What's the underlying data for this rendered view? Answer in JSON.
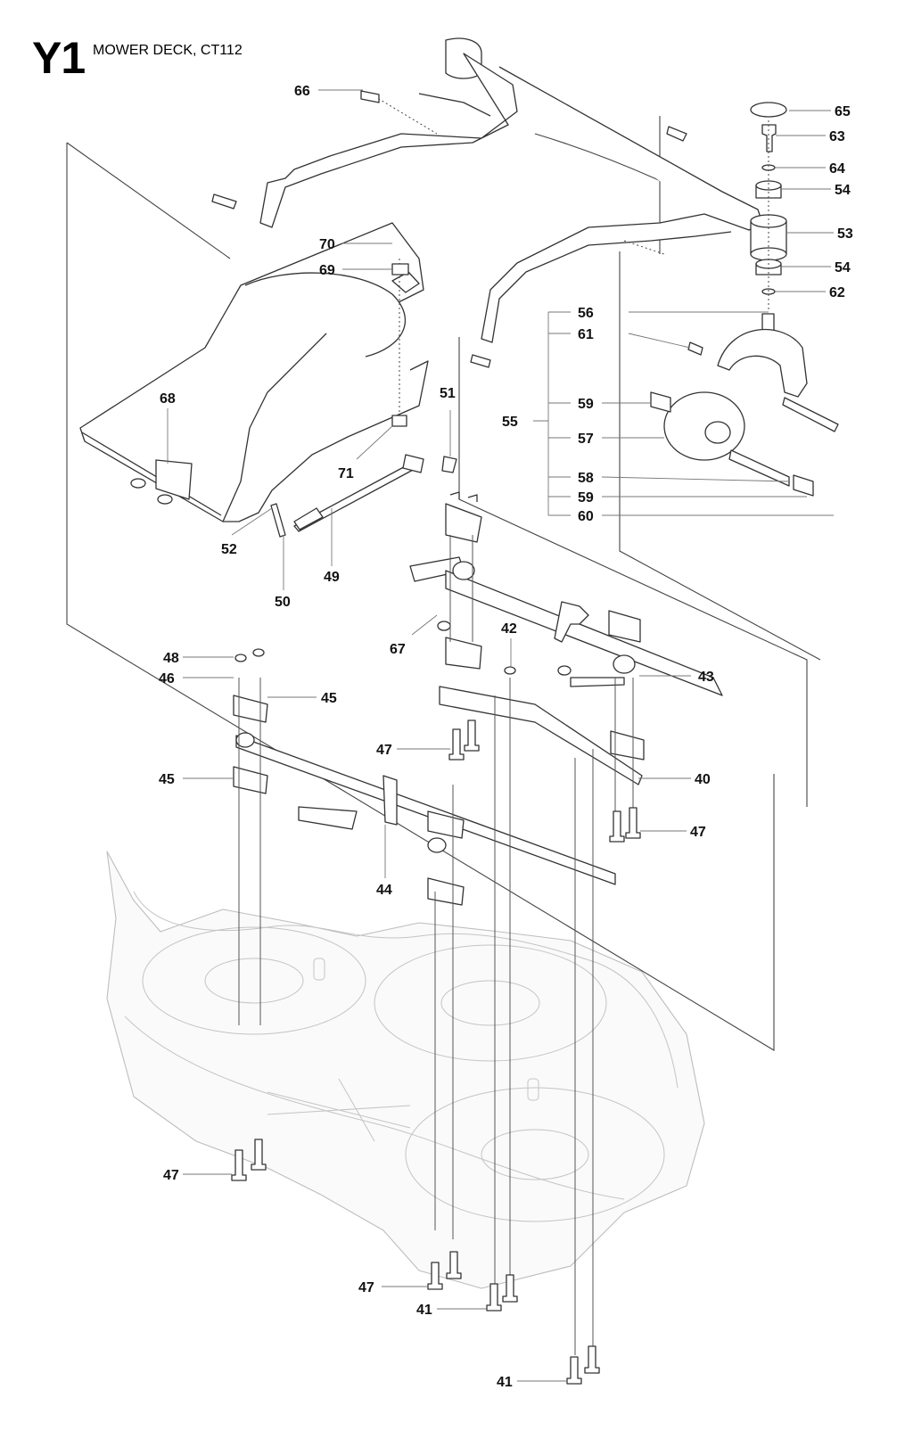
{
  "header": {
    "code": "Y1",
    "title": "MOWER DECK, CT112"
  },
  "callouts": [
    {
      "id": "c66",
      "text": "66"
    },
    {
      "id": "c65",
      "text": "65"
    },
    {
      "id": "c63",
      "text": "63"
    },
    {
      "id": "c64",
      "text": "64"
    },
    {
      "id": "c54a",
      "text": "54"
    },
    {
      "id": "c53",
      "text": "53"
    },
    {
      "id": "c54b",
      "text": "54"
    },
    {
      "id": "c62",
      "text": "62"
    },
    {
      "id": "c70",
      "text": "70"
    },
    {
      "id": "c69",
      "text": "69"
    },
    {
      "id": "c56",
      "text": "56"
    },
    {
      "id": "c61",
      "text": "61"
    },
    {
      "id": "c68",
      "text": "68"
    },
    {
      "id": "c51",
      "text": "51"
    },
    {
      "id": "c59a",
      "text": "59"
    },
    {
      "id": "c55",
      "text": "55"
    },
    {
      "id": "c57",
      "text": "57"
    },
    {
      "id": "c71",
      "text": "71"
    },
    {
      "id": "c58",
      "text": "58"
    },
    {
      "id": "c59b",
      "text": "59"
    },
    {
      "id": "c60",
      "text": "60"
    },
    {
      "id": "c52",
      "text": "52"
    },
    {
      "id": "c49",
      "text": "49"
    },
    {
      "id": "c50",
      "text": "50"
    },
    {
      "id": "c67",
      "text": "67"
    },
    {
      "id": "c42",
      "text": "42"
    },
    {
      "id": "c48",
      "text": "48"
    },
    {
      "id": "c43",
      "text": "43"
    },
    {
      "id": "c46",
      "text": "46"
    },
    {
      "id": "c45a",
      "text": "45"
    },
    {
      "id": "c47a",
      "text": "47"
    },
    {
      "id": "c45b",
      "text": "45"
    },
    {
      "id": "c40",
      "text": "40"
    },
    {
      "id": "c47b",
      "text": "47"
    },
    {
      "id": "c44",
      "text": "44"
    },
    {
      "id": "c47c",
      "text": "47"
    },
    {
      "id": "c47d",
      "text": "47"
    },
    {
      "id": "c41a",
      "text": "41"
    },
    {
      "id": "c41b",
      "text": "41"
    }
  ]
}
